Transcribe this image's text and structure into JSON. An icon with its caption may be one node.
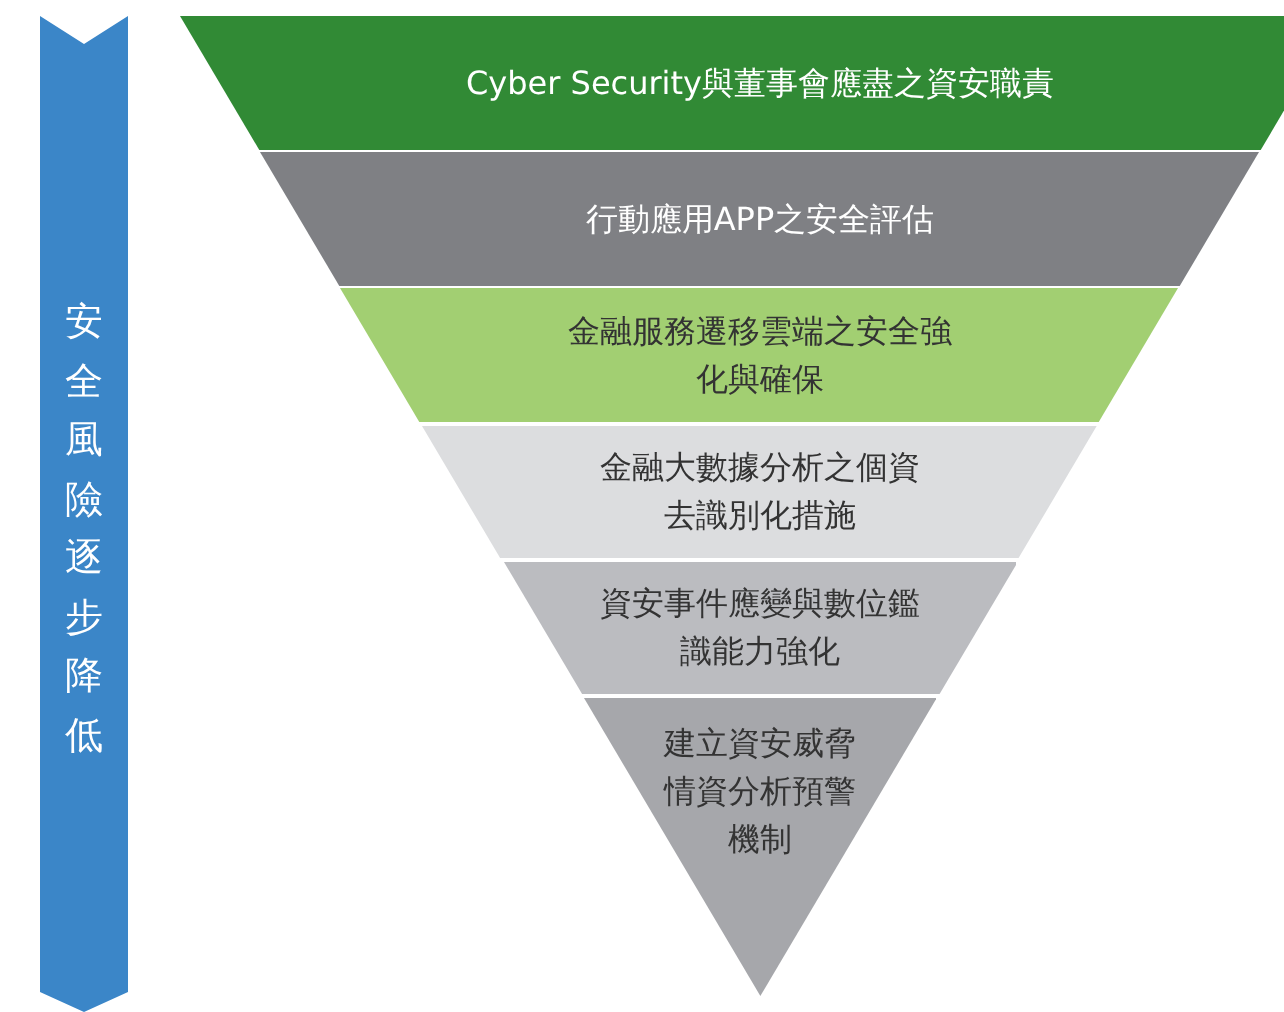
{
  "diagram": {
    "nodes": [
      {
        "text": [
          "安全風險逐步降低"
        ]
      },
      {
        "text": [
          "Cyber Security與董事會應盡之資安職責"
        ]
      },
      {
        "text": [
          "行動應用APP之安全評估"
        ]
      },
      {
        "text": [
          "金融服務遷移雲端之安全強化與確保"
        ]
      },
      {
        "text": [
          "金融大數據分析之個資去識別化措施"
        ]
      },
      {
        "text": [
          "資安事件應變與數位鑑識能力強化"
        ]
      },
      {
        "text": [
          "建立資安威脅情資分析預警機制"
        ]
      }
    ]
  }
}
